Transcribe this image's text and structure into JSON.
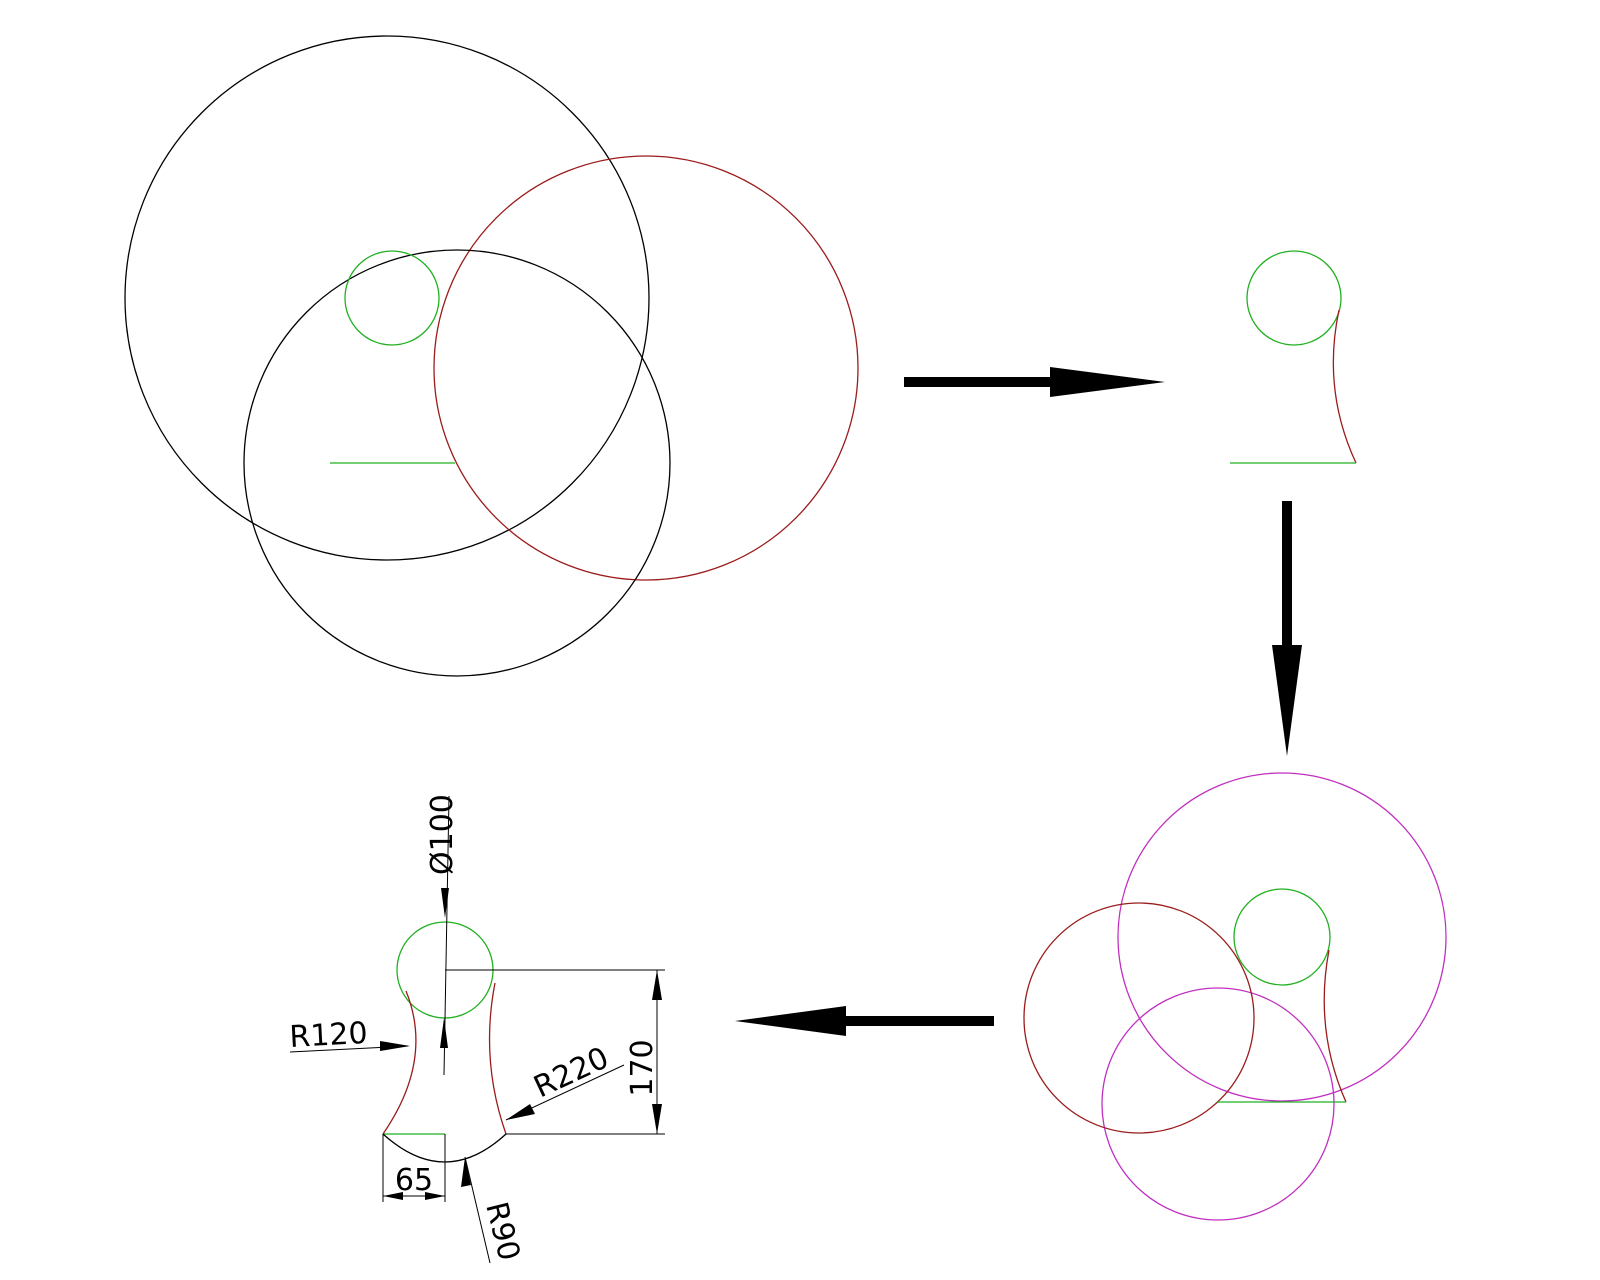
{
  "colors": {
    "construction": "#000000",
    "arc_red": "#9b1c1c",
    "circle_green": "#22b022",
    "circle_magenta": "#c030c0",
    "dimension": "#000000",
    "background": "#ffffff"
  },
  "dimensions": {
    "diameter": "Ø100",
    "r_left": "R120",
    "r_right": "R220",
    "height": "170",
    "r_bottom": "R90",
    "width": "65"
  }
}
